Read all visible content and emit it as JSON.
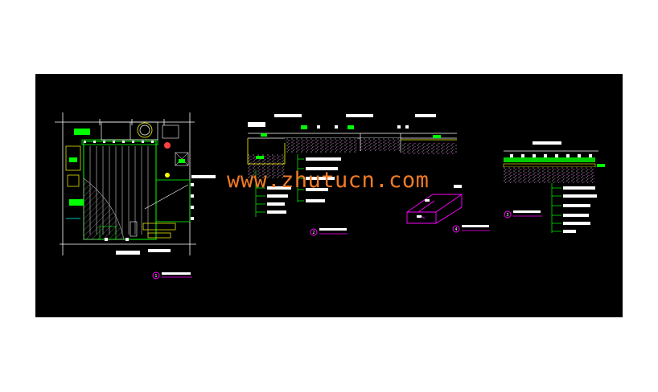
{
  "canvas": {
    "background": "#000000",
    "page_background": "#ffffff"
  },
  "watermark": {
    "text": "www.zhutucn.com",
    "color": "#f07a23"
  },
  "colors": {
    "green": "#00ff00",
    "white": "#ffffff",
    "magenta": "#ff00ff",
    "gray": "#b0b0b0",
    "yellow": "#ffff00",
    "red_marker": "#ff4040",
    "label_circle": "#ff00ff"
  },
  "callouts": [
    {
      "number": "1",
      "color": "#ff00ff"
    },
    {
      "number": "2",
      "color": "#ff00ff"
    },
    {
      "number": "3",
      "color": "#ff00ff"
    },
    {
      "number": "4",
      "color": "#ff00ff"
    }
  ]
}
